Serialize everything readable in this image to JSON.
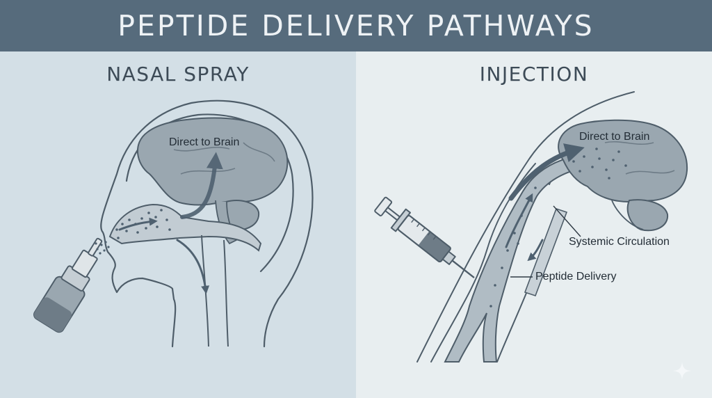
{
  "title": "PEPTIDE DELIVERY PATHWAYS",
  "panels": {
    "left": {
      "heading": "NASAL SPRAY",
      "labels": {
        "brain": "Direct to Brain"
      }
    },
    "right": {
      "heading": "INJECTION",
      "labels": {
        "brain": "Direct to Brain",
        "systemic": "Systemic Circulation",
        "delivery": "Peptide Delivery"
      }
    }
  },
  "colors": {
    "header": "#566b7c",
    "left_bg": "#d3dfe6",
    "right_bg": "#e8eef0",
    "outline": "#4e5d69",
    "fill": "#9aa7b0",
    "arrow": "#4f6170"
  },
  "icons": [
    "spray-bottle-icon",
    "syringe-icon",
    "sparkle-icon"
  ]
}
